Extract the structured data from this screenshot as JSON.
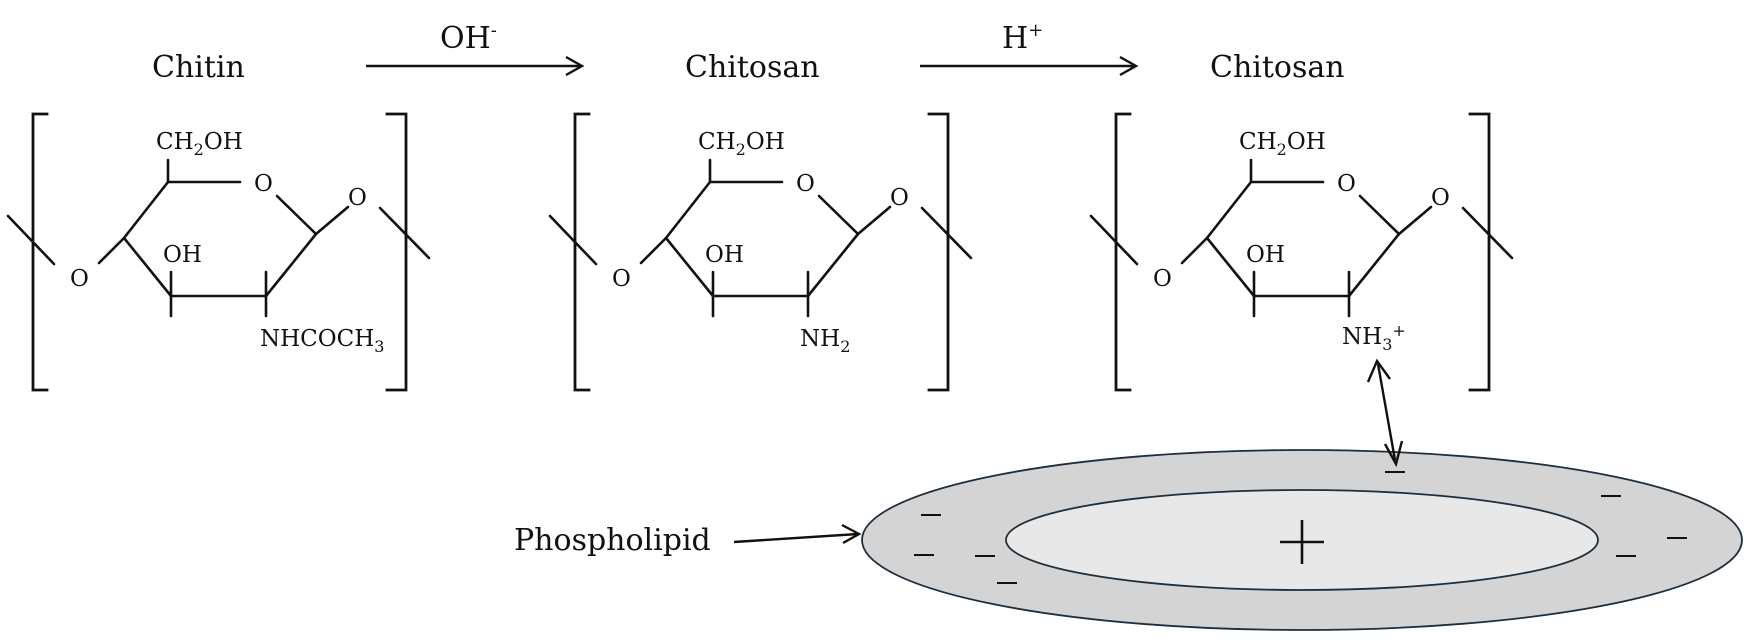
{
  "reaction": {
    "stages": [
      {
        "name": "Chitin",
        "ring_o": "O",
        "bridge_left": "O",
        "bridge_right": "O",
        "ch2oh": "CH",
        "ch2oh_sub": "2",
        "ch2oh_tail": "OH",
        "oh": "OH",
        "group": "NHCOCH",
        "group_sub": "3",
        "group_sup": ""
      },
      {
        "name": "Chitosan",
        "ring_o": "O",
        "bridge_left": "O",
        "bridge_right": "O",
        "ch2oh": "CH",
        "ch2oh_sub": "2",
        "ch2oh_tail": "OH",
        "oh": "OH",
        "group": "NH",
        "group_sub": "2",
        "group_sup": ""
      },
      {
        "name": "Chitosan",
        "ring_o": "O",
        "bridge_left": "O",
        "bridge_right": "O",
        "ch2oh": "CH",
        "ch2oh_sub": "2",
        "ch2oh_tail": "OH",
        "oh": "OH",
        "group": "NH",
        "group_sub": "3",
        "group_sup": "+"
      }
    ],
    "arrows": [
      {
        "reagent": "OH",
        "charge": "-"
      },
      {
        "reagent": "H",
        "charge": "+"
      }
    ]
  },
  "membrane": {
    "label": "Phospholipid",
    "inner_charge": "+",
    "outer_ring_color": "#d4d4d4",
    "inner_color": "#e8e8e8",
    "stroke_color": "#1d2e3d"
  }
}
